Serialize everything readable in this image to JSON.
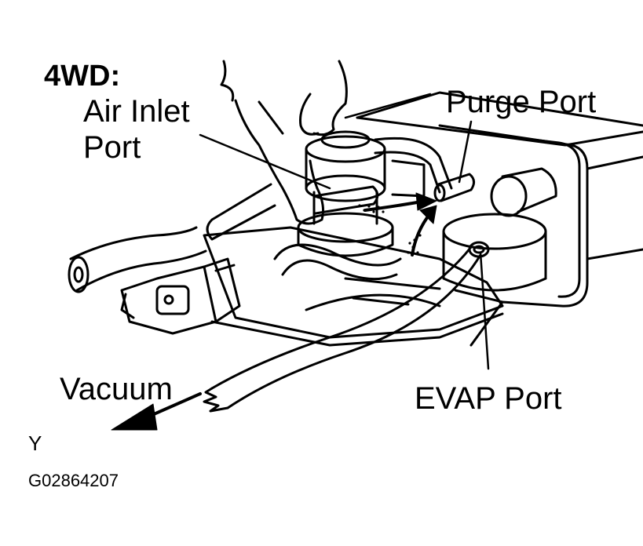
{
  "diagram": {
    "heading": "4WD:",
    "labels": {
      "air_inlet_line1": "Air Inlet",
      "air_inlet_line2": "Port",
      "purge_port": "Purge Port",
      "evap_port": "EVAP Port",
      "vacuum": "Vacuum"
    },
    "corner_letter": "Y",
    "figure_code": "G02864207"
  },
  "colors": {
    "ink": "#000000",
    "paper": "#ffffff"
  }
}
